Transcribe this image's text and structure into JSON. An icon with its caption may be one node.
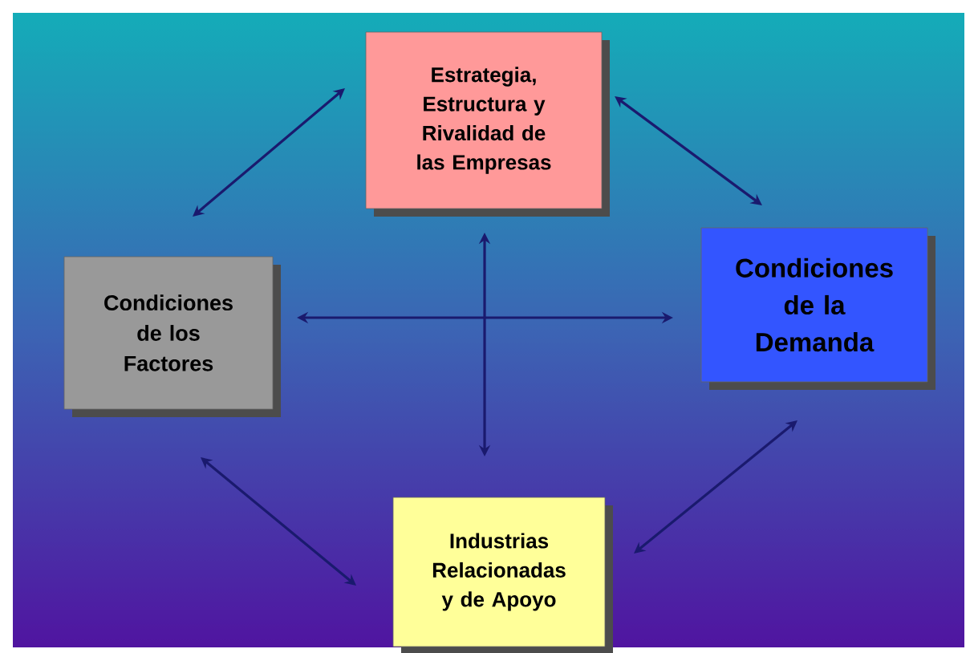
{
  "diagram": {
    "nodes": [
      {
        "text": [
          "Estrategia, Estructura y Rivalidad de las Empresas"
        ]
      },
      {
        "text": [
          "Condiciones de los Factores"
        ]
      },
      {
        "text": [
          "Condiciones de la Demanda"
        ]
      },
      {
        "text": [
          "Industrias Relacionadas y de Apoyo"
        ]
      }
    ],
    "edges": [
      {
        "from": 1,
        "to": 0,
        "arrow": "both"
      },
      {
        "from": 0,
        "to": 2,
        "arrow": "both"
      },
      {
        "from": 1,
        "to": 3,
        "arrow": "both"
      },
      {
        "from": 3,
        "to": 2,
        "arrow": "both"
      },
      {
        "from": 1,
        "to": 2,
        "arrow": "both"
      },
      {
        "from": 0,
        "to": 3,
        "arrow": "both"
      }
    ]
  }
}
